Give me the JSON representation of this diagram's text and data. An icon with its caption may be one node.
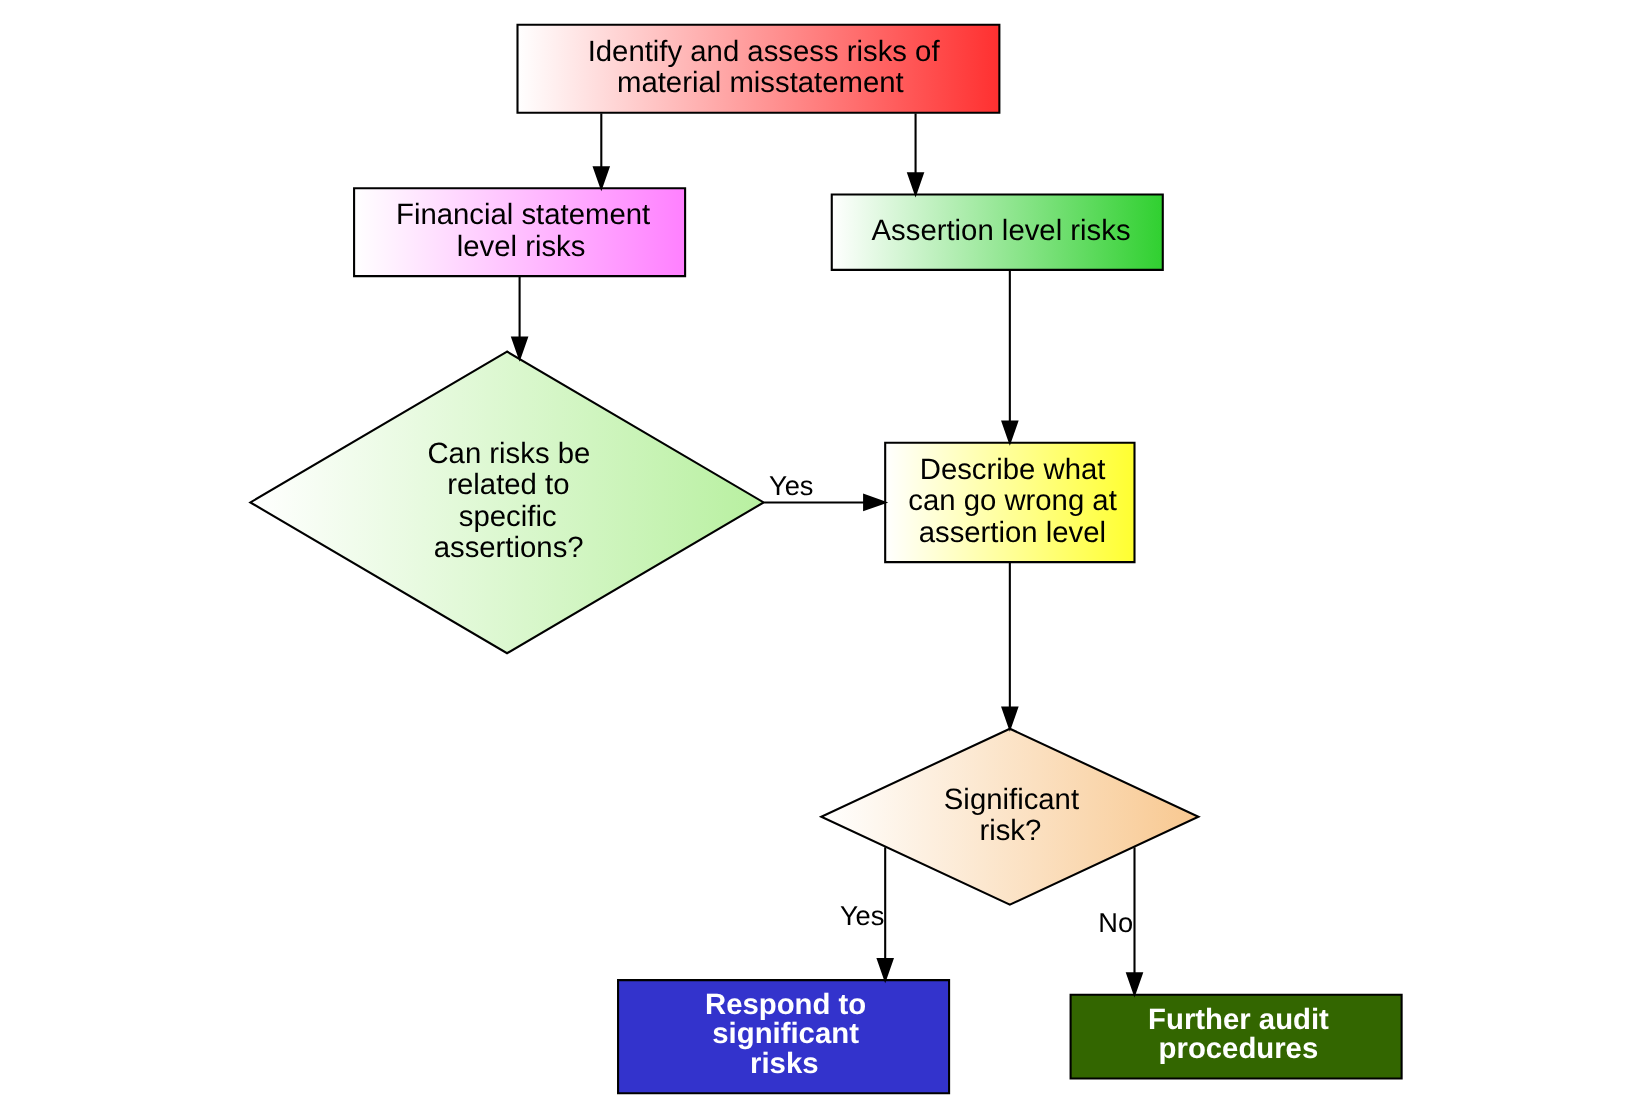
{
  "diagram": {
    "nodes": [
      {
        "text": [
          "Identify and assess risks of material misstatement"
        ]
      },
      {
        "text": [
          "Financial statement level risks"
        ]
      },
      {
        "text": [
          "Assertion level risks"
        ]
      },
      {
        "text": [
          "Can risks be related to specific assertions?"
        ]
      },
      {
        "text": [
          "Describe what can go wrong at assertion level"
        ]
      },
      {
        "text": [
          "Significant risk?"
        ]
      },
      {
        "text": [
          "Respond to significant risks"
        ]
      },
      {
        "text": [
          "Further audit procedures"
        ]
      }
    ],
    "edges": [
      {
        "from": 0,
        "to": 1,
        "arrow": "to"
      },
      {
        "from": 0,
        "to": 2,
        "arrow": "to"
      },
      {
        "from": 1,
        "to": 3,
        "arrow": "to"
      },
      {
        "from": 3,
        "to": 4,
        "arrow": "to",
        "label": "Yes"
      },
      {
        "from": 2,
        "to": 4,
        "arrow": "to"
      },
      {
        "from": 4,
        "to": 5,
        "arrow": "to"
      },
      {
        "from": 5,
        "to": 6,
        "arrow": "to",
        "label": "Yes"
      },
      {
        "from": 5,
        "to": 7,
        "arrow": "to",
        "label": "No"
      }
    ]
  }
}
